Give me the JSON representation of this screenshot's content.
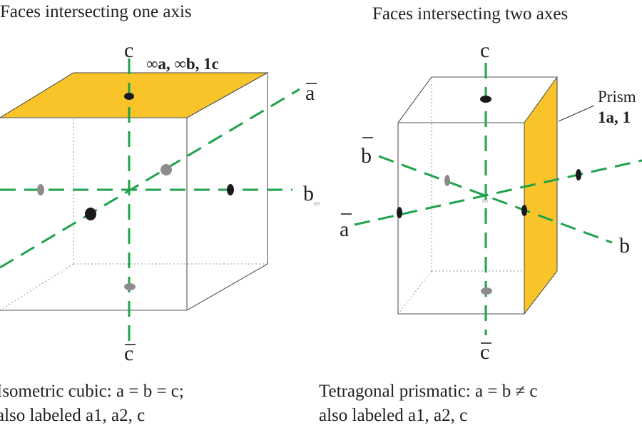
{
  "left_panel": {
    "heading": "Faces intersecting one axis",
    "axes": {
      "c": "c",
      "c_bar": "c",
      "a_bar": "a",
      "b": "b"
    },
    "face_label": {
      "part1": "∞",
      "part2": "a",
      "part3": ", ∞",
      "part4": "b",
      "part5": ", 1c"
    },
    "caption_line1": "Isometric cubic: a = b = c;",
    "caption_line2": "also labeled a1, a2, c",
    "mark": "BR",
    "face_color": "#F9C42A",
    "axis_color": "#1FA24B"
  },
  "right_panel": {
    "heading": "Faces intersecting two axes",
    "axes": {
      "c": "c",
      "c_bar": "c",
      "b_bar": "b",
      "a_bar": "a",
      "b": "b"
    },
    "face_label": {
      "line1": "Prism",
      "line2": "1a, 1"
    },
    "caption_line1": "Tetragonal prismatic: a = b ≠ c",
    "caption_line2": "also labeled a1, a2, c",
    "mark": "BR",
    "face_color": "#F9C42A",
    "axis_color": "#1FA24B"
  }
}
